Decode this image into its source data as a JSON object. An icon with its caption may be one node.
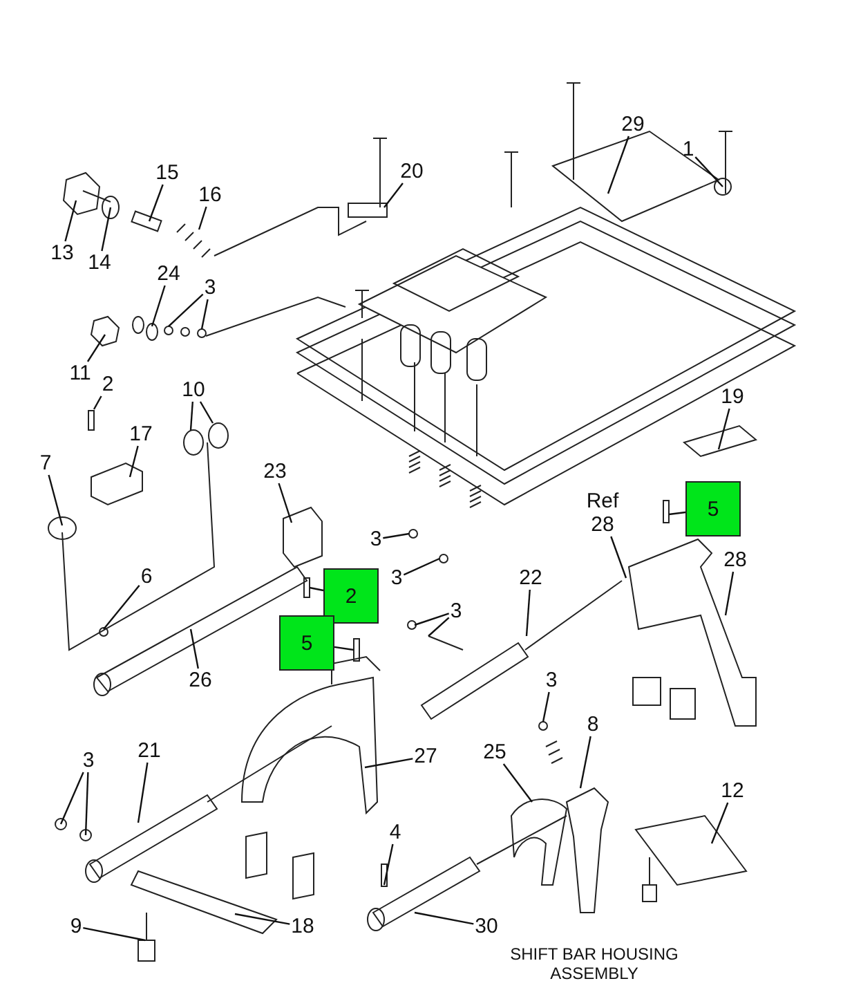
{
  "diagram": {
    "caption": "SHIFT BAR HOUSING ASSEMBLY",
    "nodes": [
      {
        "text": [
          "29"
        ]
      },
      {
        "text": [
          "1"
        ]
      },
      {
        "text": [
          "20"
        ]
      },
      {
        "text": [
          "15"
        ]
      },
      {
        "text": [
          "16"
        ]
      },
      {
        "text": [
          "13"
        ]
      },
      {
        "text": [
          "14"
        ]
      },
      {
        "text": [
          "24"
        ]
      },
      {
        "text": [
          "3"
        ]
      },
      {
        "text": [
          "11"
        ]
      },
      {
        "text": [
          "2"
        ]
      },
      {
        "text": [
          "10"
        ]
      },
      {
        "text": [
          "19"
        ]
      },
      {
        "text": [
          "17"
        ]
      },
      {
        "text": [
          "7"
        ]
      },
      {
        "text": [
          "23"
        ]
      },
      {
        "text": [
          "5"
        ]
      },
      {
        "text": [
          "Ref 28"
        ]
      },
      {
        "text": [
          "3"
        ]
      },
      {
        "text": [
          "28"
        ]
      },
      {
        "text": [
          "3"
        ]
      },
      {
        "text": [
          "6"
        ]
      },
      {
        "text": [
          "22"
        ]
      },
      {
        "text": [
          "3"
        ]
      },
      {
        "text": [
          "2"
        ]
      },
      {
        "text": [
          "5"
        ]
      },
      {
        "text": [
          "26"
        ]
      },
      {
        "text": [
          "3"
        ]
      },
      {
        "text": [
          "8"
        ]
      },
      {
        "text": [
          "25"
        ]
      },
      {
        "text": [
          "21"
        ]
      },
      {
        "text": [
          "27"
        ]
      },
      {
        "text": [
          "3"
        ]
      },
      {
        "text": [
          "12"
        ]
      },
      {
        "text": [
          "4"
        ]
      },
      {
        "text": [
          "9"
        ]
      },
      {
        "text": [
          "18"
        ]
      },
      {
        "text": [
          "30"
        ]
      }
    ],
    "edges": [
      {
        "from": 0,
        "to": null,
        "arrow": "none"
      },
      {
        "from": 1,
        "to": null,
        "arrow": "none"
      },
      {
        "from": 2,
        "to": null,
        "arrow": "none"
      },
      {
        "from": 3,
        "to": null,
        "arrow": "none"
      },
      {
        "from": 4,
        "to": null,
        "arrow": "none"
      },
      {
        "from": 5,
        "to": null,
        "arrow": "none"
      },
      {
        "from": 6,
        "to": null,
        "arrow": "none"
      },
      {
        "from": 7,
        "to": null,
        "arrow": "none"
      },
      {
        "from": 8,
        "to": null,
        "arrow": "none"
      },
      {
        "from": 8,
        "to": null,
        "arrow": "none"
      },
      {
        "from": 9,
        "to": null,
        "arrow": "none"
      },
      {
        "from": 10,
        "to": null,
        "arrow": "none"
      },
      {
        "from": 11,
        "to": null,
        "arrow": "none"
      },
      {
        "from": 11,
        "to": null,
        "arrow": "none"
      },
      {
        "from": 12,
        "to": null,
        "arrow": "none"
      },
      {
        "from": 13,
        "to": null,
        "arrow": "none"
      },
      {
        "from": 14,
        "to": null,
        "arrow": "none"
      },
      {
        "from": 15,
        "to": null,
        "arrow": "none"
      },
      {
        "from": 16,
        "to": null,
        "arrow": "none"
      },
      {
        "from": 17,
        "to": null,
        "arrow": "none"
      },
      {
        "from": 18,
        "to": null,
        "arrow": "none"
      },
      {
        "from": 19,
        "to": null,
        "arrow": "none"
      },
      {
        "from": 20,
        "to": null,
        "arrow": "none"
      },
      {
        "from": 21,
        "to": null,
        "arrow": "none"
      },
      {
        "from": 22,
        "to": null,
        "arrow": "none"
      },
      {
        "from": 23,
        "to": null,
        "arrow": "none"
      },
      {
        "from": 23,
        "to": null,
        "arrow": "none"
      },
      {
        "from": 24,
        "to": null,
        "arrow": "none"
      },
      {
        "from": 25,
        "to": null,
        "arrow": "none"
      },
      {
        "from": 26,
        "to": null,
        "arrow": "none"
      },
      {
        "from": 27,
        "to": null,
        "arrow": "none"
      },
      {
        "from": 28,
        "to": null,
        "arrow": "none"
      },
      {
        "from": 29,
        "to": null,
        "arrow": "none"
      },
      {
        "from": 30,
        "to": null,
        "arrow": "none"
      },
      {
        "from": 31,
        "to": null,
        "arrow": "none"
      },
      {
        "from": 32,
        "to": null,
        "arrow": "none"
      },
      {
        "from": 32,
        "to": null,
        "arrow": "none"
      },
      {
        "from": 33,
        "to": null,
        "arrow": "none"
      },
      {
        "from": 34,
        "to": null,
        "arrow": "none"
      },
      {
        "from": 35,
        "to": null,
        "arrow": "none"
      },
      {
        "from": 36,
        "to": null,
        "arrow": "none"
      },
      {
        "from": 37,
        "to": null,
        "arrow": "none"
      }
    ]
  }
}
